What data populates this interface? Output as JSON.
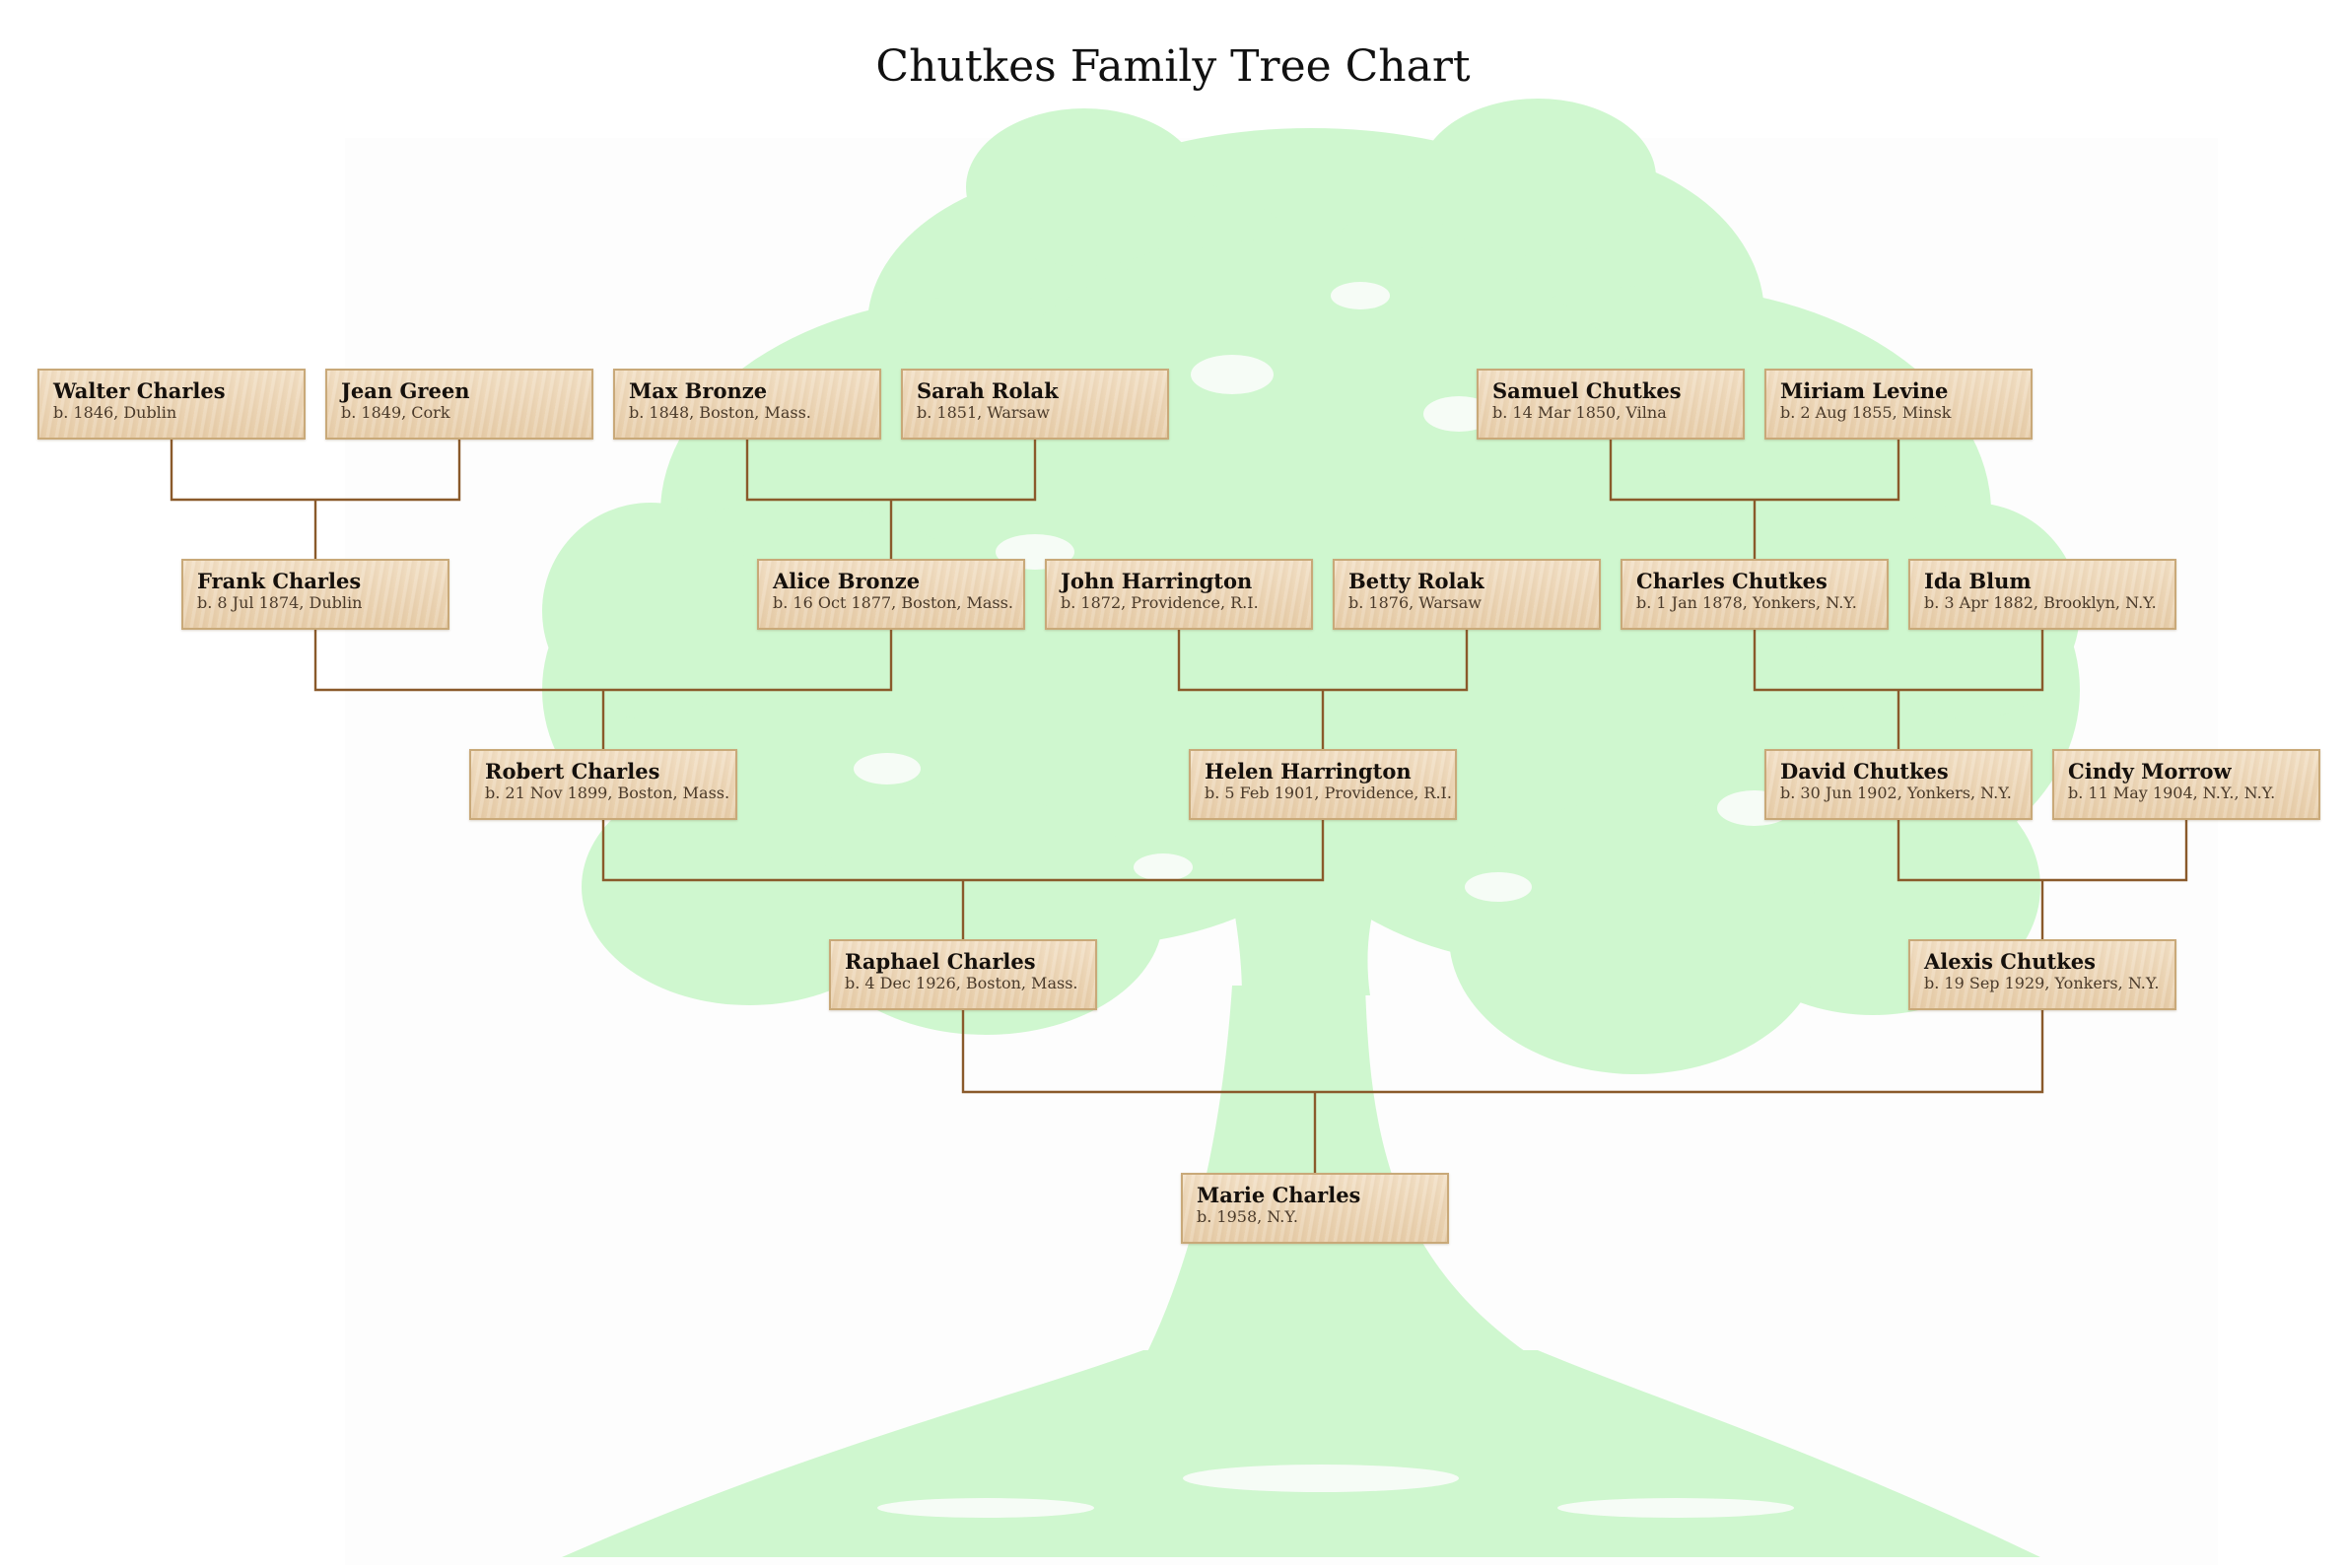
{
  "title": "Chutkes Family Tree Chart",
  "colors": {
    "card_fill": "#ecd5b5",
    "card_border": "#c9a979",
    "connector": "#8a5a2b",
    "tree_silhouette": "#cff7cf"
  },
  "people": [
    {
      "id": "walter_charles",
      "name": "Walter Charles",
      "born": "b. 1846, Dublin"
    },
    {
      "id": "jean_green",
      "name": "Jean Green",
      "born": "b. 1849, Cork"
    },
    {
      "id": "max_bronze",
      "name": "Max Bronze",
      "born": "b. 1848, Boston, Mass."
    },
    {
      "id": "sarah_rolak",
      "name": "Sarah Rolak",
      "born": "b. 1851, Warsaw"
    },
    {
      "id": "samuel_chutkes",
      "name": "Samuel Chutkes",
      "born": "b. 14 Mar 1850, Vilna"
    },
    {
      "id": "miriam_levine",
      "name": "Miriam Levine",
      "born": "b. 2 Aug 1855, Minsk"
    },
    {
      "id": "frank_charles",
      "name": "Frank Charles",
      "born": "b. 8 Jul 1874, Dublin"
    },
    {
      "id": "alice_bronze",
      "name": "Alice Bronze",
      "born": "b. 16 Oct 1877, Boston, Mass."
    },
    {
      "id": "john_harrington",
      "name": "John Harrington",
      "born": "b. 1872, Providence, R.I."
    },
    {
      "id": "betty_rolak",
      "name": "Betty Rolak",
      "born": "b. 1876, Warsaw"
    },
    {
      "id": "charles_chutkes",
      "name": "Charles Chutkes",
      "born": "b. 1 Jan 1878, Yonkers, N.Y."
    },
    {
      "id": "ida_blum",
      "name": "Ida Blum",
      "born": "b. 3 Apr 1882, Brooklyn, N.Y."
    },
    {
      "id": "robert_charles",
      "name": "Robert Charles",
      "born": "b. 21 Nov 1899, Boston, Mass."
    },
    {
      "id": "helen_harrington",
      "name": "Helen Harrington",
      "born": "b. 5 Feb 1901, Providence, R.I."
    },
    {
      "id": "david_chutkes",
      "name": "David Chutkes",
      "born": "b. 30 Jun 1902, Yonkers, N.Y."
    },
    {
      "id": "cindy_morrow",
      "name": "Cindy Morrow",
      "born": "b. 11 May 1904, N.Y., N.Y."
    },
    {
      "id": "raphael_charles",
      "name": "Raphael Charles",
      "born": "b. 4 Dec 1926, Boston, Mass."
    },
    {
      "id": "alexis_chutkes",
      "name": "Alexis Chutkes",
      "born": "b. 19 Sep 1929, Yonkers, N.Y."
    },
    {
      "id": "marie_charles",
      "name": "Marie Charles",
      "born": "b. 1958, N.Y."
    }
  ],
  "unions": [
    {
      "parents": [
        "walter_charles",
        "jean_green"
      ],
      "child": "frank_charles"
    },
    {
      "parents": [
        "max_bronze",
        "sarah_rolak"
      ],
      "child": "alice_bronze"
    },
    {
      "parents": [
        "samuel_chutkes",
        "miriam_levine"
      ],
      "child": "charles_chutkes"
    },
    {
      "parents": [
        "frank_charles",
        "alice_bronze"
      ],
      "child": "robert_charles"
    },
    {
      "parents": [
        "john_harrington",
        "betty_rolak"
      ],
      "child": "helen_harrington"
    },
    {
      "parents": [
        "charles_chutkes",
        "ida_blum"
      ],
      "child": "david_chutkes"
    },
    {
      "parents": [
        "robert_charles",
        "helen_harrington"
      ],
      "child": "raphael_charles"
    },
    {
      "parents": [
        "david_chutkes",
        "cindy_morrow"
      ],
      "child": "alexis_chutkes"
    },
    {
      "parents": [
        "raphael_charles",
        "alexis_chutkes"
      ],
      "child": "marie_charles"
    }
  ]
}
